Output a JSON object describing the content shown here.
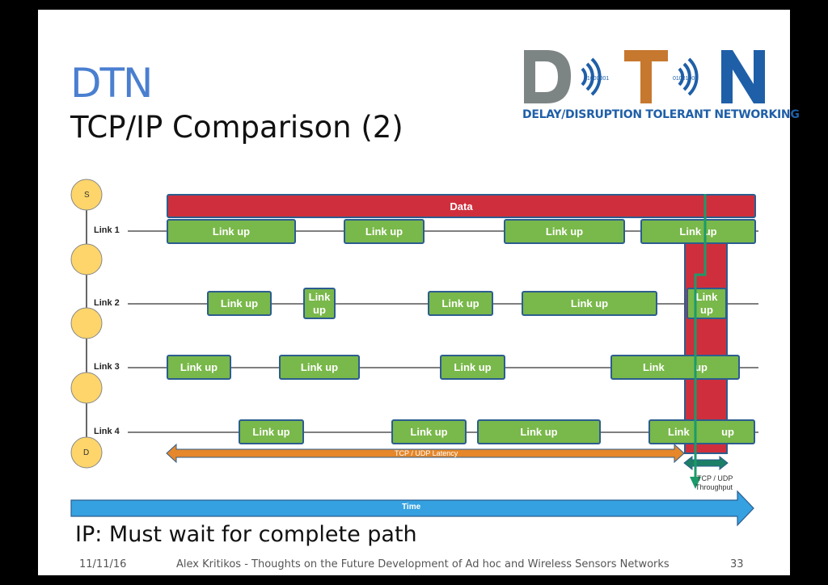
{
  "slide": {
    "title": "DTN",
    "subtitle": "TCP/IP Comparison (2)",
    "caption": "IP: Must wait for complete path",
    "footer": {
      "date": "11/11/16",
      "author_text": "Alex Kritikos - Thoughts on the Future Development of Ad hoc and Wireless Sensors Networks",
      "page": "33"
    }
  },
  "logo": {
    "bits_left": "01000001",
    "bits_right": "01001000",
    "tagline": "DELAY/DISRUPTION TOLERANT NETWORKING",
    "colors": {
      "gray": "#7d8484",
      "orange": "#c7782f",
      "blue": "#1f5fa8"
    }
  },
  "diagram": {
    "nodes": {
      "source": "S",
      "destination": "D"
    },
    "links": [
      "Link 1",
      "Link 2",
      "Link 3",
      "Link 4"
    ],
    "data_label": "Data",
    "segment_label": "Link up",
    "segments_link2_short": {
      "line1": "Link",
      "line2": "up"
    },
    "split_labels": {
      "left": "Link",
      "right": "up"
    },
    "latency_label": "TCP / UDP Latency",
    "throughput_label_1": "TCP / UDP",
    "throughput_label_2": "Throughput",
    "time_label": "Time",
    "colors": {
      "link_up": "#79b84a",
      "data": "#cf2f3c",
      "node": "#fdd56a",
      "latency_arrow": "#e5872a",
      "throughput_arrow": "#1c7f66",
      "time_arrow": "#35a1e0"
    }
  }
}
